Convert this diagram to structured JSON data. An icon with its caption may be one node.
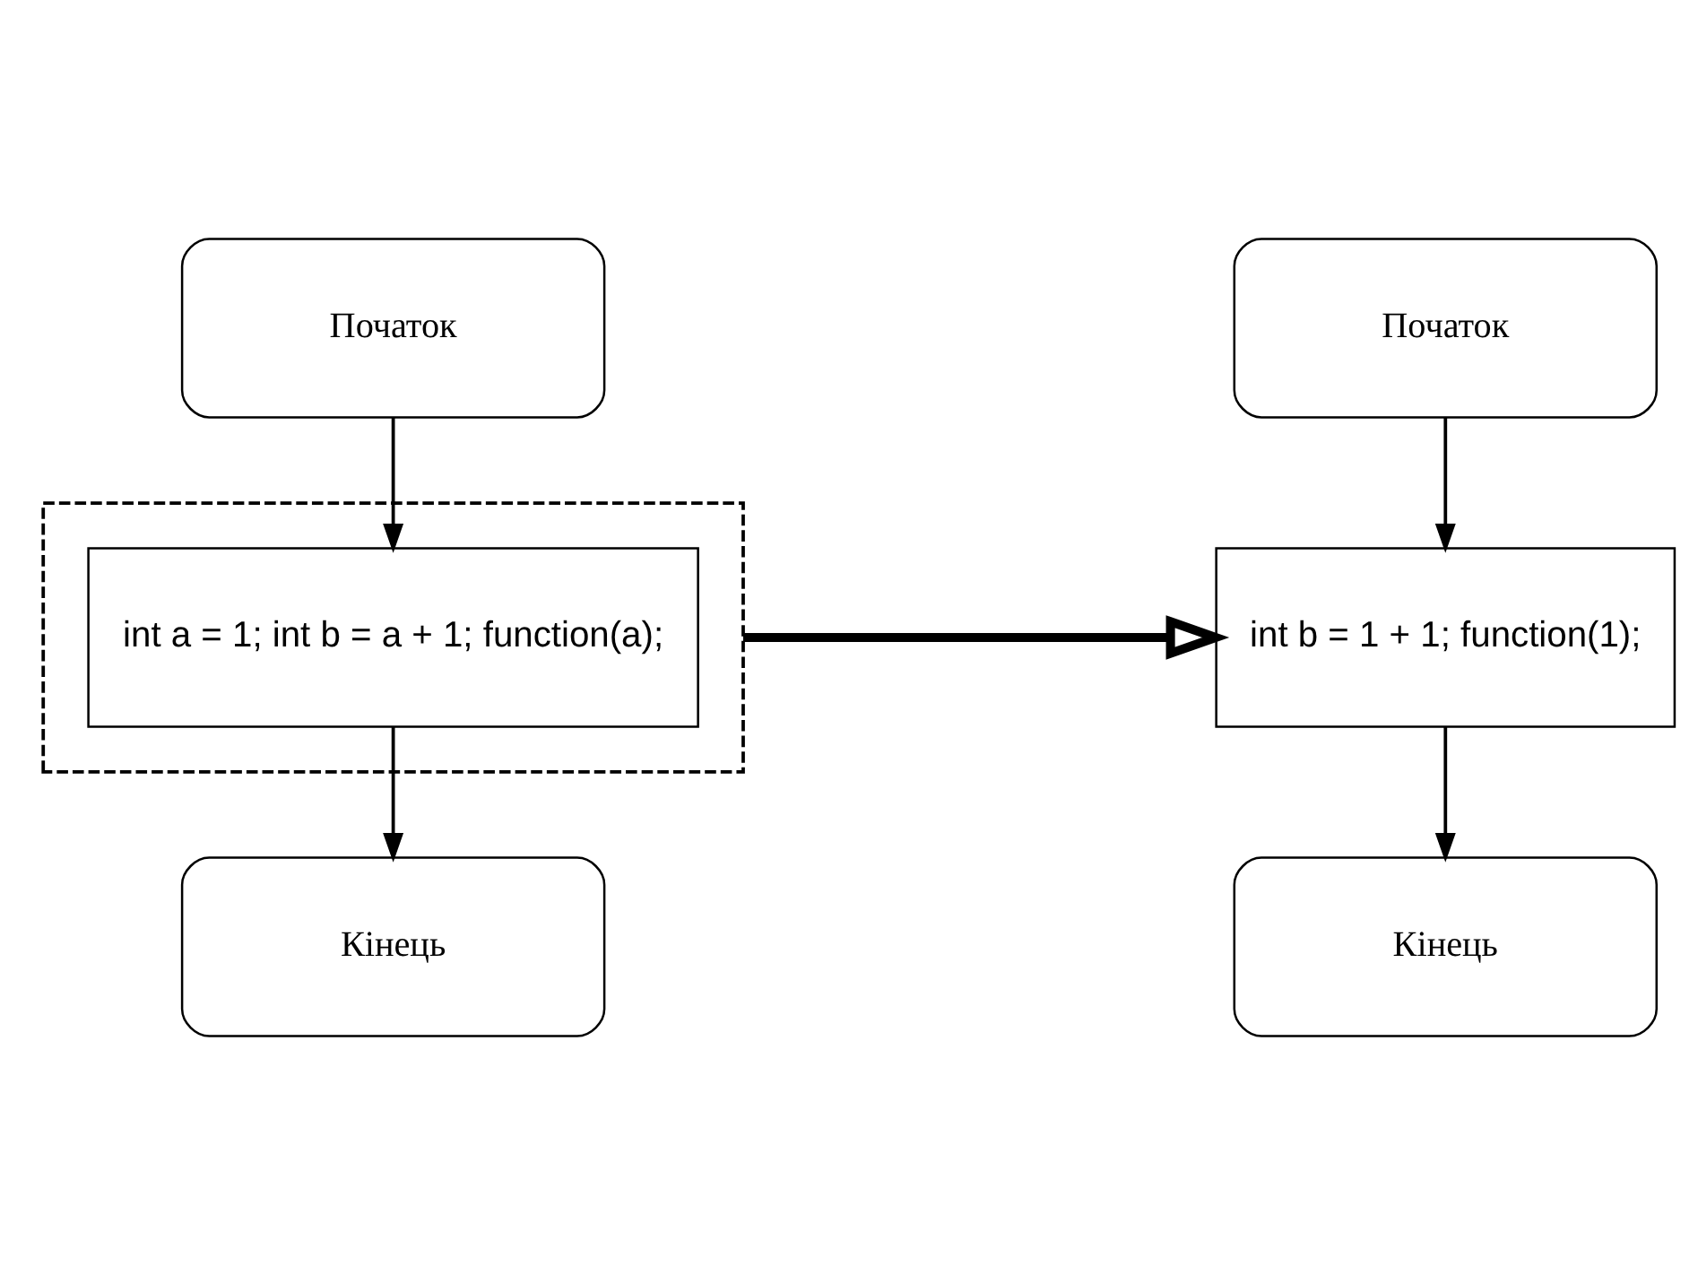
{
  "diagram": {
    "nodes": [
      {
        "text": [
          "Початок"
        ]
      },
      {
        "text": [],
        "shape": "box"
      },
      {
        "text": [
          "int a = 1; int b = a + 1; function(a);"
        ],
        "in": 1
      },
      {
        "text": [
          "Кінець"
        ]
      },
      {
        "text": [
          "Початок"
        ]
      },
      {
        "text": [
          "int b = 1 + 1; function(1);"
        ]
      },
      {
        "text": [
          "Кінець"
        ]
      }
    ],
    "edges": [
      {
        "from": 0,
        "to": 2,
        "arrow": "to"
      },
      {
        "from": 2,
        "to": 3,
        "arrow": "to"
      },
      {
        "from": 1,
        "to": 5,
        "arrow": "to",
        "style": "thick"
      },
      {
        "from": 4,
        "to": 5,
        "arrow": "to"
      },
      {
        "from": 5,
        "to": 6,
        "arrow": "to"
      }
    ]
  }
}
